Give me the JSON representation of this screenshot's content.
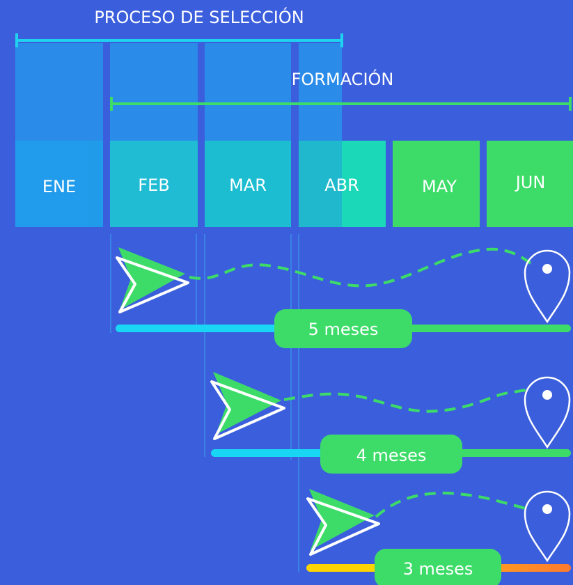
{
  "header": {
    "selection_label": "PROCESO DE SELECCIÓN",
    "training_label": "FORMACIÓN"
  },
  "months": [
    {
      "label": "ENE",
      "color": "#00d2f5"
    },
    {
      "label": "FEB",
      "color": "#17e0c5"
    },
    {
      "label": "MAR",
      "color": "#12e2c0"
    },
    {
      "label": "ABR",
      "color": "#1ad8b8"
    },
    {
      "label": "MAY",
      "color": "#3ddc68"
    },
    {
      "label": "JUN",
      "color": "#3ddc68"
    }
  ],
  "journeys": [
    {
      "duration_label": "5 meses"
    },
    {
      "duration_label": "4 meses"
    },
    {
      "duration_label": "3 meses"
    }
  ],
  "colors": {
    "background": "#3b5fdc",
    "selection_overlay": "#2a8ce8",
    "selection_bracket": "#1fd3f0",
    "training_bracket": "#3ddc68",
    "accent_green": "#3ddc68",
    "accent_cyan": "#19d6f5",
    "accent_yellow": "#ffd400",
    "accent_orange": "#ff7a2e",
    "white": "#ffffff"
  }
}
